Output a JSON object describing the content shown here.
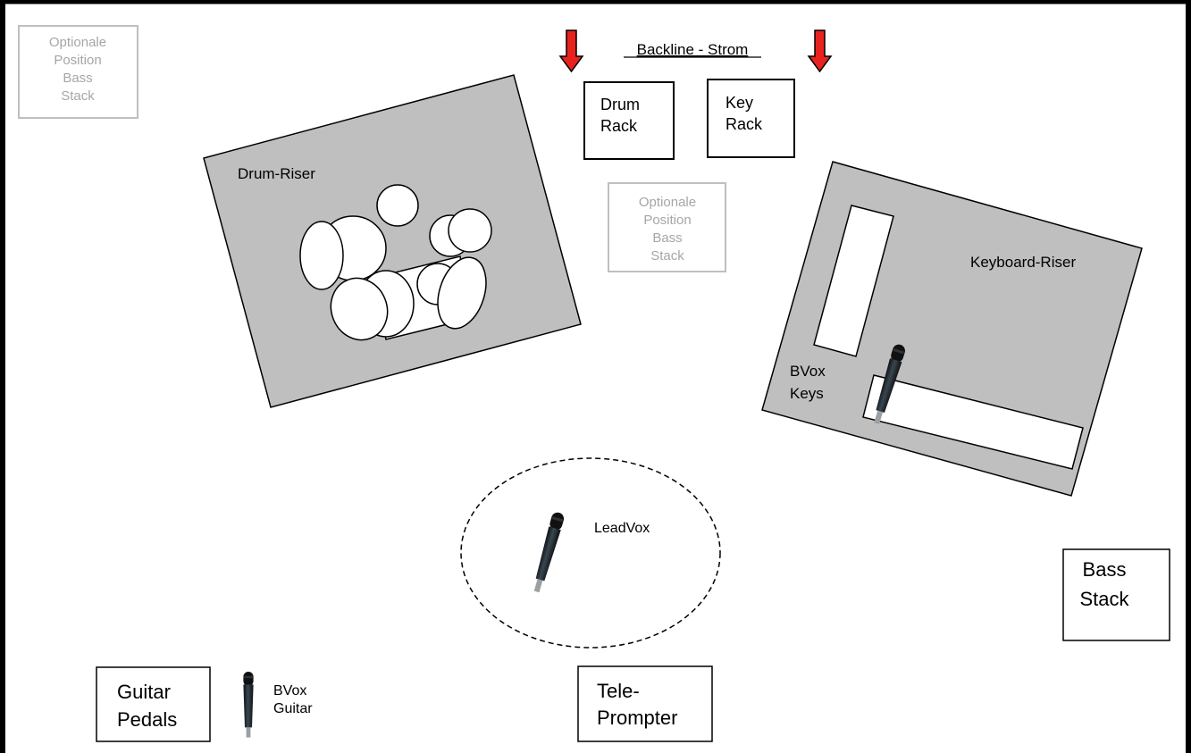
{
  "title": "Backline - Strom",
  "optional_bass_stack_label": [
    "Optionale",
    "Position",
    "Bass",
    "Stack"
  ],
  "drum_rack_label": [
    "Drum",
    "Rack"
  ],
  "key_rack_label": [
    "Key",
    "Rack"
  ],
  "drum_riser_label": "Drum-Riser",
  "keyboard_riser_label": "Keyboard-Riser",
  "bvox_keys_label": [
    "BVox",
    "Keys"
  ],
  "leadvox_label": "LeadVox",
  "bass_stack_label": [
    "Bass",
    "Stack"
  ],
  "guitar_pedals_label": [
    "Guitar",
    "Pedals"
  ],
  "bvox_guitar_label": [
    "BVox",
    "Guitar"
  ],
  "teleprompter_label": [
    "Tele-",
    "Prompter"
  ],
  "colors": {
    "frame": "#000000",
    "riser_fill": "#bfbfbf",
    "power_arrow": "#e8231f",
    "optional_box": "#bfbfbf",
    "microphone": "#1e2428"
  }
}
